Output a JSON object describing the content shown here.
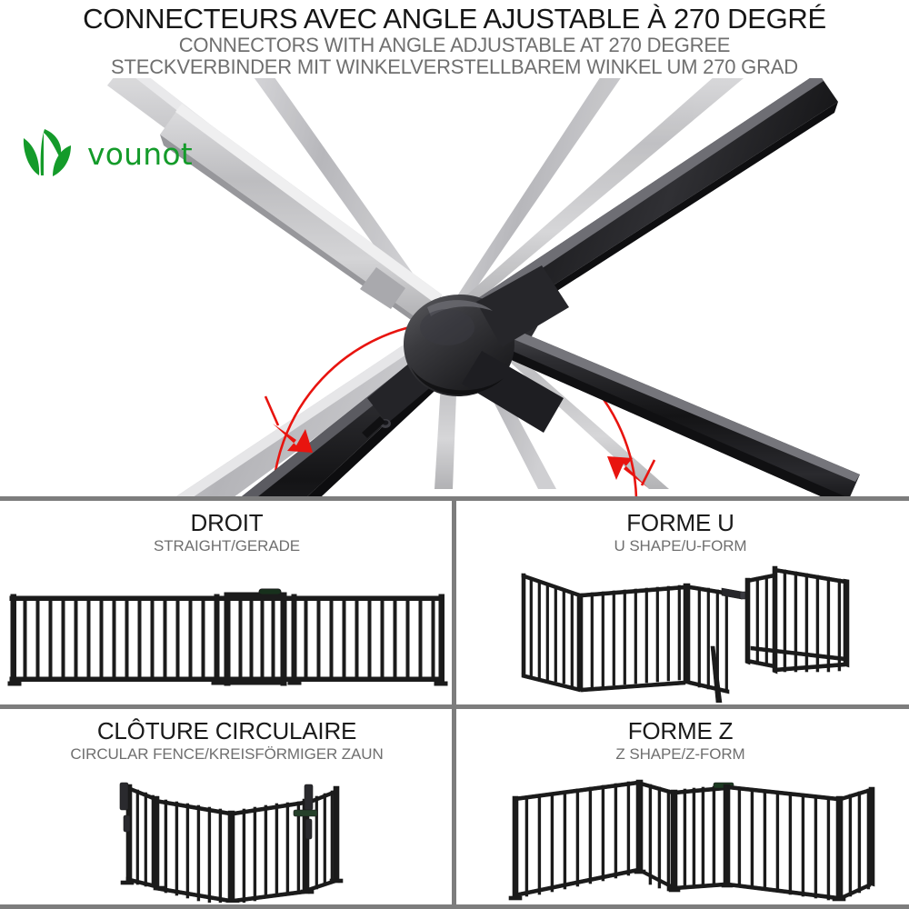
{
  "header": {
    "title_fr": "CONNECTEURS AVEC ANGLE AJUSTABLE À 270 DEGRÉ",
    "title_en": "CONNECTORS WITH ANGLE ADJUSTABLE AT 270 DEGREE",
    "title_de": "STECKVERBINDER MIT WINKELVERSTELLBAREM WINKEL UM 270 GRAD"
  },
  "brand": {
    "name": "vounot",
    "logo_icon": "leaf-logo-icon",
    "color": "#149b2a"
  },
  "hero": {
    "name": "adjustable-connector-photo",
    "annotation_color": "#e8140f",
    "arc_label": "270 degree rotation arc",
    "arrow_left": "rotation-arrow-left",
    "arrow_right": "rotation-arrow-right",
    "connector_color": "#2b2b2d",
    "ghost_color": "#c9c9cb"
  },
  "panels": [
    {
      "key": "straight",
      "title": "DROIT",
      "subtitle": "STRAIGHT/GERADE",
      "art": "straight-fence-illustration"
    },
    {
      "key": "u-shape",
      "title": "FORME U",
      "subtitle": "U SHAPE/U-FORM",
      "art": "u-shape-fence-illustration"
    },
    {
      "key": "circular",
      "title": "CLÔTURE CIRCULAIRE",
      "subtitle": "CIRCULAR FENCE/KREISFÖRMIGER ZAUN",
      "art": "circular-fence-illustration"
    },
    {
      "key": "z-shape",
      "title": "FORME Z",
      "subtitle": "Z SHAPE/Z-FORM",
      "art": "z-shape-fence-illustration"
    }
  ],
  "colors": {
    "divider": "#7d7d7d",
    "title_text": "#161616",
    "subtitle_text": "#6f6f6f",
    "fence_dark": "#1b1b1b",
    "background": "#ffffff"
  }
}
